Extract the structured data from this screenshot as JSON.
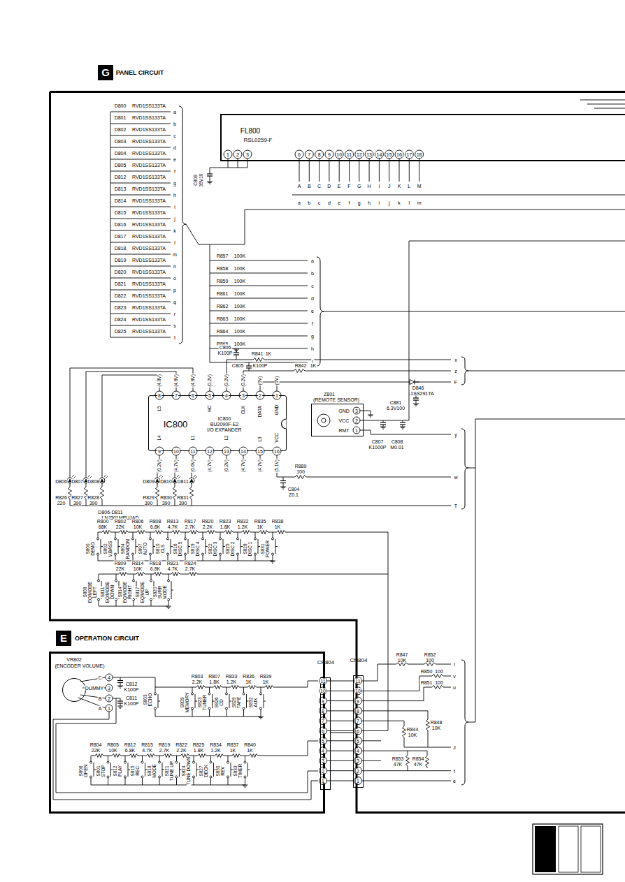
{
  "diagram": {
    "nodes": [
      {
        "text": [
          "G",
          "PANEL CIRCUIT"
        ]
      },
      {
        "text": [
          "FL800",
          "RSL0259-F"
        ],
        "in": 0
      },
      {
        "text": [
          "IC800",
          "BU2090F-E2",
          "I/O EXPANDER",
          "IC800"
        ],
        "in": 0
      },
      {
        "text": [
          "Z801",
          "(REMOTE SENSOR)"
        ],
        "in": 0
      },
      {
        "text": [
          "CN804"
        ],
        "in": 0
      },
      {
        "text": [
          "E",
          "OPERATION CIRCUIT"
        ]
      },
      {
        "text": [
          "VR802",
          "(ENCODER VOLUME)"
        ],
        "in": 5
      },
      {
        "text": [
          "CP804"
        ],
        "in": 5
      }
    ],
    "edges": [
      {
        "from": 7,
        "to": 4,
        "arrow": "none"
      }
    ],
    "labels": [
      "D800",
      "RVD1SS133TA",
      "a",
      "D801",
      "RVD1SS133TA",
      "b",
      "D802",
      "RVD1SS133TA",
      "c",
      "D803",
      "RVD1SS133TA",
      "d",
      "D804",
      "RVD1SS133TA",
      "e",
      "D805",
      "RVD1SS133TA",
      "f",
      "D812",
      "RVD1SS133TA",
      "g",
      "D813",
      "RVD1SS133TA",
      "h",
      "D814",
      "RVD1SS133TA",
      "i",
      "D815",
      "RVD1SS133TA",
      "j",
      "D816",
      "RVD1SS133TA",
      "k",
      "D817",
      "RVD1SS133TA",
      "l",
      "D818",
      "RVD1SS133TA",
      "m",
      "D819",
      "RVD1SS133TA",
      "n",
      "D820",
      "RVD1SS133TA",
      "o",
      "D821",
      "RVD1SS133TA",
      "p",
      "D822",
      "RVD1SS133TA",
      "q",
      "D823",
      "RVD1SS133TA",
      "r",
      "D824",
      "RVD1SS133TA",
      "s",
      "D825",
      "RVD1SS133TA",
      "t",
      "1",
      "2",
      "3",
      "6",
      "7",
      "8",
      "9",
      "10",
      "11",
      "12",
      "13",
      "14",
      "15",
      "16",
      "17",
      "18",
      "A",
      "B",
      "C",
      "D",
      "E",
      "F",
      "G",
      "H",
      "I",
      "J",
      "K",
      "L",
      "M",
      "a",
      "b",
      "c",
      "d",
      "e",
      "f",
      "g",
      "h",
      "i",
      "j",
      "k",
      "l",
      "m",
      "C809",
      "35V10",
      "R857",
      "100K",
      "R858",
      "100K",
      "R859",
      "100K",
      "R861",
      "100K",
      "R862",
      "100K",
      "R863",
      "100K",
      "R864",
      "100K",
      "R865",
      "100K",
      "a",
      "b",
      "c",
      "d",
      "e",
      "f",
      "g",
      "h",
      "i",
      "8",
      "7",
      "6",
      "5",
      "4",
      "3",
      "2",
      "1",
      "9",
      "10",
      "11",
      "12",
      "13",
      "14",
      "15",
      "16",
      "L5",
      "HC",
      "CLK",
      "DATA",
      "GND",
      "L4",
      "L1",
      "L2",
      "L3",
      "VCC",
      "(4.8V)",
      "(4.8V)",
      "(4.8V)",
      "(0.2V)",
      "(0.2V)",
      "(0.2V)",
      "(0V)",
      "(0V)",
      "(0.2V)",
      "(4.7V)",
      "(0.6V)",
      "(4.7V)",
      "(0.2V)",
      "(4.7V)",
      "(4.7V)",
      "(5.1V)",
      "C806",
      "K100P",
      "R841",
      "1K",
      "C805",
      "K100P",
      "R842",
      "1K",
      "D846",
      "1SS291TA",
      "C881",
      "6.3V100",
      "GND",
      "3",
      "VCC",
      "2",
      "RMT",
      "1",
      "C807",
      "K1000P",
      "C808",
      "M0.01",
      "R889",
      "100",
      "C804",
      "Z0.1",
      "D806",
      "D807",
      "D808",
      "D809",
      "D810",
      "D811",
      "R826",
      "220",
      "R827",
      "390",
      "R828",
      "390",
      "R829",
      "390",
      "R830",
      "390",
      "R831",
      "390",
      "D806-D811",
      "LNJ301MPUJAD",
      "x",
      "z",
      "F",
      "y",
      "w",
      "T",
      "R800",
      "68K",
      "R802",
      "22K",
      "R806",
      "10K",
      "R808",
      "6.8K",
      "R813",
      "4.7K",
      "R817",
      "2.7K",
      "R820",
      "2.2K",
      "R823",
      "1.8K",
      "R832",
      "1.2K",
      "R835",
      "1K",
      "R838",
      "1K",
      "S800",
      "DEMO",
      "S802",
      "V.BASS",
      "S804",
      "RANDOM",
      "S807",
      "AUTO",
      "S810",
      "CLS",
      "S816",
      "DISC 5",
      "S819",
      "DISC 4",
      "S822",
      "DISC 3",
      "S825",
      "DISC 2",
      "S828",
      "DISC 1",
      "S831",
      "POWER",
      "R809",
      "22K",
      "R814",
      "10K",
      "R818",
      "6.8K",
      "R821",
      "4.7K",
      "R824",
      "2.7K",
      "S808",
      "EQ/MODE",
      "LEFT",
      "S811",
      "EQ/MODE",
      "DOWN",
      "S814",
      "EQ/MODE",
      "RIGHT",
      "S817",
      "EQ/MODE",
      "UP",
      "S820",
      "SURR",
      "MODE",
      "C",
      "4",
      "DUMMY",
      "3",
      "B",
      "2",
      "A",
      "1",
      "C812",
      "K100P",
      "C811",
      "K100P",
      "S803",
      "ECHO",
      "R803",
      "2.2K",
      "R807",
      "1.8K",
      "R833",
      "1.2K",
      "R836",
      "1K",
      "R839",
      "1K",
      "S809",
      "MEMORY",
      "S823",
      "TUNER",
      "S826",
      "CD",
      "S829",
      "TAPE",
      "S832",
      "AUX",
      "R804",
      "22K",
      "R805",
      "10K",
      "R812",
      "6.8K",
      "R815",
      "4.7K",
      "R819",
      "2.7K",
      "R822",
      "2.2K",
      "R825",
      "1.8K",
      "R834",
      "1.2K",
      "R837",
      "1K",
      "R840",
      "1K",
      "S806",
      "OPEN",
      "S801",
      "STOP",
      "S812",
      "PLAY",
      "S815",
      "REC",
      "S818",
      "MODE",
      "S821",
      "TUNE UP",
      "S824",
      "TUNE DOWN",
      "S827",
      "DECK",
      "S830",
      "REV",
      "S833",
      "TIMER",
      "11",
      "10",
      "9",
      "8",
      "7",
      "6",
      "5",
      "4",
      "3",
      "2",
      "1",
      "11",
      "10",
      "9",
      "8",
      "7",
      "6",
      "5",
      "4",
      "3",
      "2",
      "1",
      "R847",
      "10K",
      "R852",
      "100",
      "R850",
      "100",
      "R851",
      "100",
      "R844",
      "10K",
      "R848",
      "10K",
      "R853",
      "47K",
      "R854",
      "47K",
      "I",
      "v",
      "u",
      "J",
      "t",
      "e"
    ]
  }
}
